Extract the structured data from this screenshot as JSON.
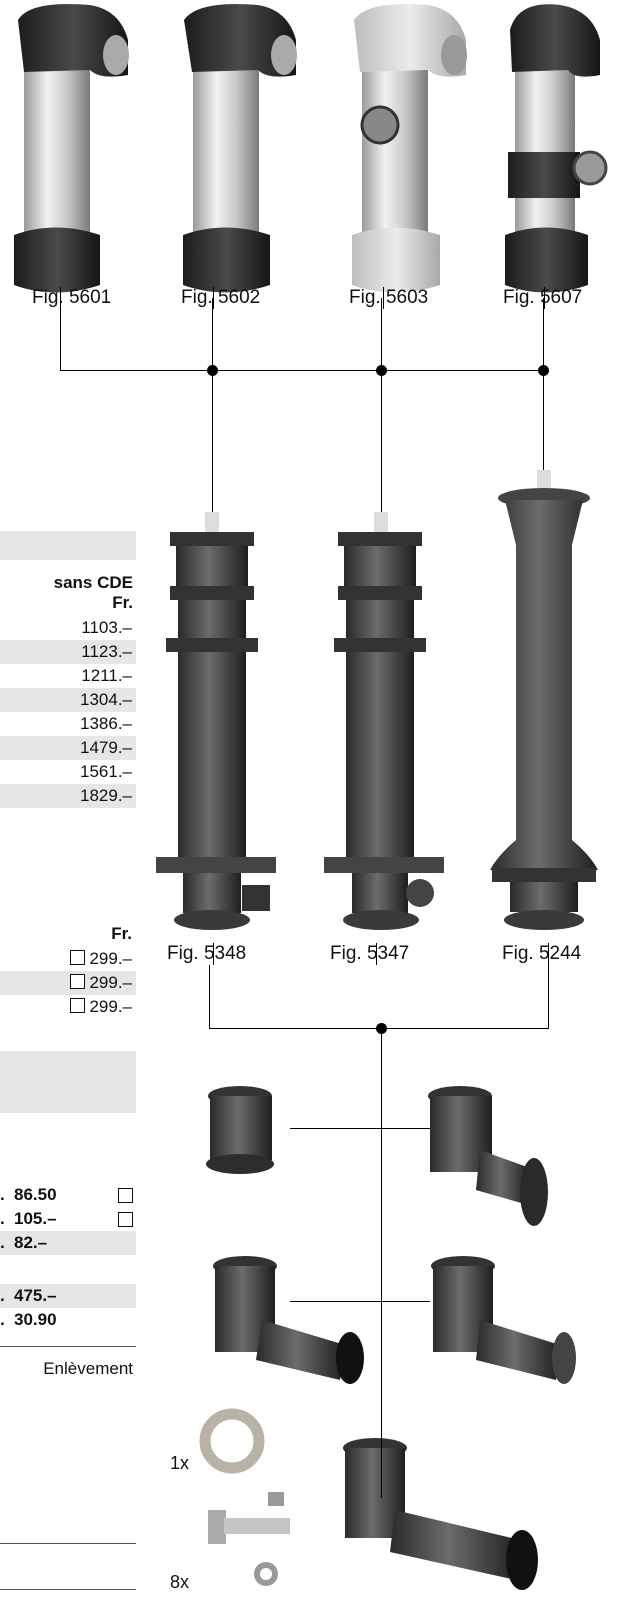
{
  "top_figures": [
    "Fig. 5601",
    "Fig. 5602",
    "Fig. 5603",
    "Fig. 5607"
  ],
  "mid_figures": [
    "Fig. 5348",
    "Fig. 5347",
    "Fig. 5244"
  ],
  "price_table": {
    "header_line1": "sans CDE",
    "header_line2": "Fr.",
    "rows": [
      "1103.–",
      "1123.–",
      "1211.–",
      "1304.–",
      "1386.–",
      "1479.–",
      "1561.–",
      "1829.–"
    ]
  },
  "option_table": {
    "header": "Fr.",
    "rows": [
      "299.–",
      "299.–",
      "299.–"
    ]
  },
  "accessory_prices": [
    "86.50",
    "105.–",
    "82.–",
    "475.–",
    "30.90"
  ],
  "enlevement": "Enlèvement",
  "quantities": [
    "1x",
    "8x"
  ]
}
